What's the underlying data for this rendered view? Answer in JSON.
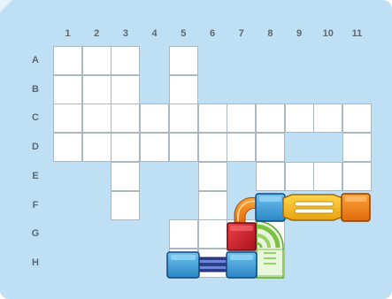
{
  "grid": {
    "columns": [
      "1",
      "2",
      "3",
      "4",
      "5",
      "6",
      "7",
      "8",
      "9",
      "10",
      "11"
    ],
    "rows": [
      "A",
      "B",
      "C",
      "D",
      "E",
      "F",
      "G",
      "H"
    ],
    "open_cells": {
      "A": [
        1,
        2,
        3,
        5
      ],
      "B": [
        1,
        2,
        3,
        5
      ],
      "C": [
        1,
        2,
        3,
        4,
        5,
        6,
        7,
        8,
        9,
        10,
        11
      ],
      "D": [
        1,
        2,
        3,
        4,
        5,
        6,
        7,
        8,
        11
      ],
      "E": [
        3,
        6,
        8,
        9,
        10,
        11
      ],
      "F": [
        3,
        6
      ],
      "G": [
        5,
        6,
        7,
        8
      ],
      "H": [
        5,
        6,
        7,
        8
      ]
    }
  },
  "pieces": [
    {
      "name": "blue-connector-block",
      "cell": "H5",
      "color": "#3a9fd8"
    },
    {
      "name": "navy-straight-tube",
      "cells": [
        "H5",
        "H7"
      ],
      "color": "#2c3e8f"
    },
    {
      "name": "blue-connector-block",
      "cell": "H7",
      "color": "#3a9fd8"
    },
    {
      "name": "green-curve-track",
      "cells": [
        "G8",
        "H8"
      ],
      "color": "#7cc242"
    },
    {
      "name": "red-cube-block",
      "cell": "G7",
      "color": "#d81f2a"
    },
    {
      "name": "orange-curve-tube",
      "cells": [
        "F7",
        "G7"
      ],
      "color": "#ef8a22"
    },
    {
      "name": "blue-connector-block",
      "cell": "F8",
      "color": "#3a9fd8"
    },
    {
      "name": "yellow-straight-tube",
      "cells": [
        "F9",
        "F10"
      ],
      "color": "#f5b71f"
    },
    {
      "name": "orange-end-block",
      "cell": "F11",
      "color": "#f07d16"
    }
  ]
}
